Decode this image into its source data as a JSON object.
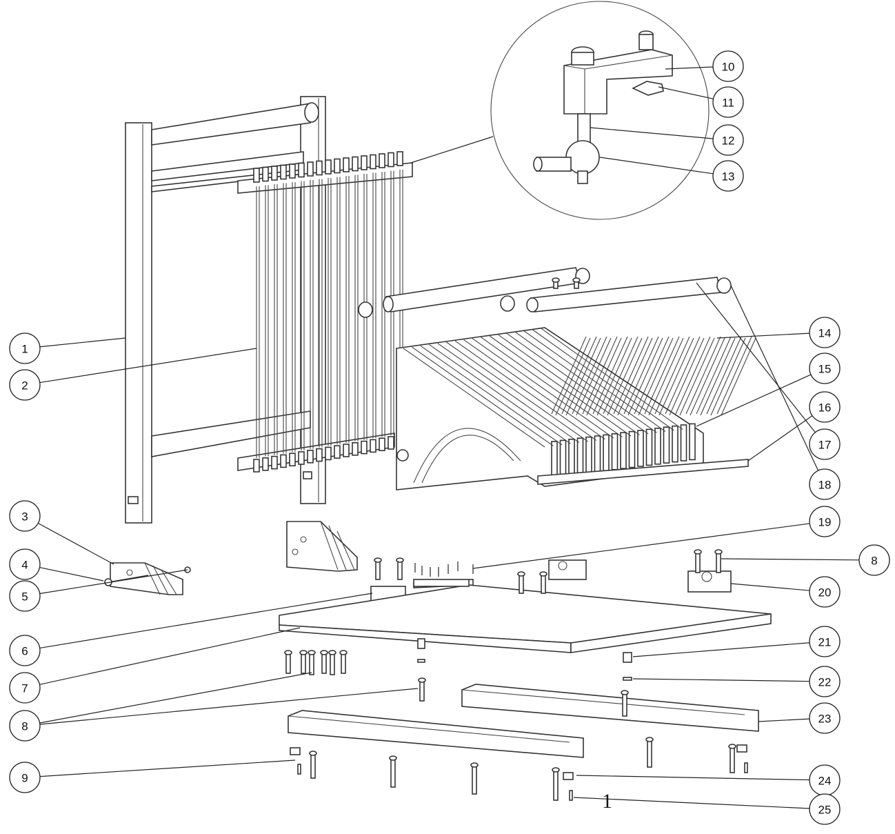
{
  "callouts": [
    {
      "id": "c1",
      "label": "1"
    },
    {
      "id": "c2",
      "label": "2"
    },
    {
      "id": "c3",
      "label": "3"
    },
    {
      "id": "c4",
      "label": "4"
    },
    {
      "id": "c5",
      "label": "5"
    },
    {
      "id": "c6",
      "label": "6"
    },
    {
      "id": "c7",
      "label": "7"
    },
    {
      "id": "c8a",
      "label": "8"
    },
    {
      "id": "c8b",
      "label": "8"
    },
    {
      "id": "c9",
      "label": "9"
    },
    {
      "id": "c10",
      "label": "10"
    },
    {
      "id": "c11",
      "label": "11"
    },
    {
      "id": "c12",
      "label": "12"
    },
    {
      "id": "c13",
      "label": "13"
    },
    {
      "id": "c14",
      "label": "14"
    },
    {
      "id": "c15",
      "label": "15"
    },
    {
      "id": "c16",
      "label": "16"
    },
    {
      "id": "c17",
      "label": "17"
    },
    {
      "id": "c18",
      "label": "18"
    },
    {
      "id": "c19",
      "label": "19"
    },
    {
      "id": "c20",
      "label": "20"
    },
    {
      "id": "c21",
      "label": "21"
    },
    {
      "id": "c22",
      "label": "22"
    },
    {
      "id": "c23",
      "label": "23"
    },
    {
      "id": "c24",
      "label": "24"
    },
    {
      "id": "c25",
      "label": "25"
    }
  ],
  "stray_mark": "1"
}
